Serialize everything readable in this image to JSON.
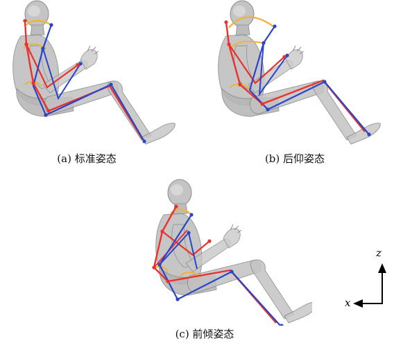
{
  "captions": {
    "a": "(a) 标准姿态",
    "b": "(b) 后仰姿态",
    "c": "(c) 前倾姿态"
  },
  "axes": {
    "z_label": "z",
    "x_label": "x"
  },
  "colors": {
    "body": "#bdbdbd",
    "body_edge": "#8a8a8a",
    "red_skeleton": "#e8322b",
    "blue_skeleton": "#2b45c8",
    "yellow_skeleton": "#f2b233"
  }
}
